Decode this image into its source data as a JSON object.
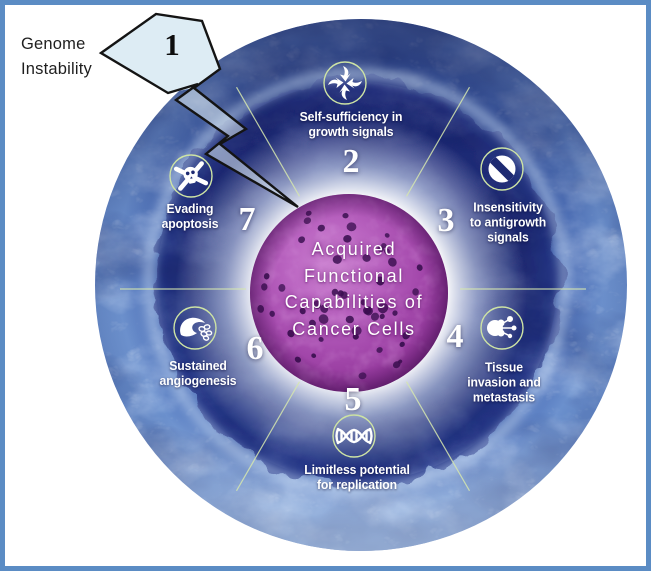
{
  "diagram_title": "Acquired\nFunctional\nCapabilities of\nCancer Cells",
  "annotation": {
    "label": "Genome\nInstability",
    "number": "1",
    "shape": "lightning-bolt-arrow"
  },
  "sections": [
    {
      "number": "2",
      "label": "Self-sufficiency in\ngrowth signals",
      "icon": "converging-arrows-icon"
    },
    {
      "number": "3",
      "label": "Insensitivity\nto antigrowth\nsignals",
      "icon": "no-entry-icon"
    },
    {
      "number": "4",
      "label": "Tissue\ninvasion and\nmetastasis",
      "icon": "metastasis-icon"
    },
    {
      "number": "5",
      "label": "Limitless potential\nfor replication",
      "icon": "dna-icon"
    },
    {
      "number": "6",
      "label": "Sustained\nangiogenesis",
      "icon": "blood-vessel-icon"
    },
    {
      "number": "7",
      "label": "Evading\napoptosis",
      "icon": "skull-crossbones-icon"
    }
  ],
  "colors": {
    "frame_border": "#5b8cc4",
    "background": "#ffffff",
    "cell_rim_blue": "#6b8fce",
    "cell_interior_navy": "#1f2b74",
    "nucleus_purple": "#a54aad",
    "divider_line_green": "#d6e7ae",
    "icon_ring_green": "#cde3a4",
    "label_text": "#ffffff",
    "annotation_text": "#1f1f1f",
    "bolt_fill": "#dcecf3"
  }
}
